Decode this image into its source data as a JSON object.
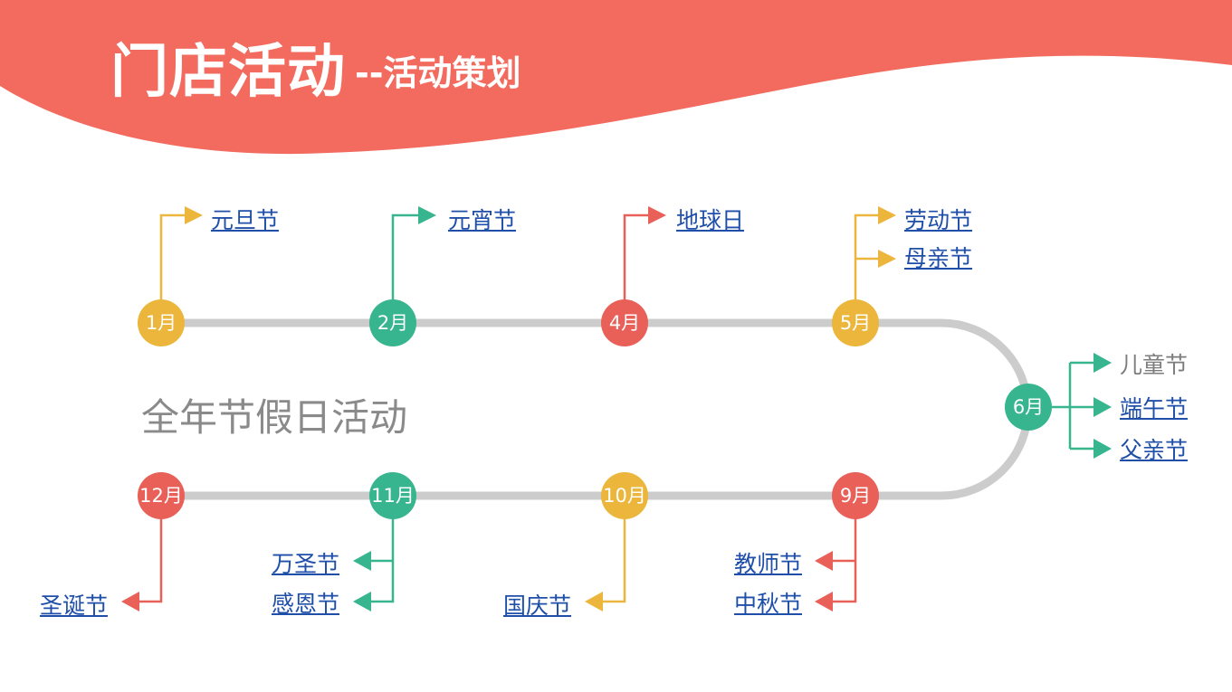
{
  "header": {
    "title": "门店活动",
    "subtitle": "--活动策划",
    "bg_color": "#f26b5e"
  },
  "timeline": {
    "title": "全年节假日活动",
    "line_color": "#cccccc",
    "months": {
      "m1": {
        "label": "1月",
        "color": "#ebb63b",
        "holidays": [
          "元旦节"
        ]
      },
      "m2": {
        "label": "2月",
        "color": "#36b58e",
        "holidays": [
          "元宵节"
        ]
      },
      "m4": {
        "label": "4月",
        "color": "#e86058",
        "holidays": [
          "地球日"
        ]
      },
      "m5": {
        "label": "5月",
        "color": "#ebb63b",
        "holidays": [
          "劳动节",
          "母亲节"
        ]
      },
      "m6": {
        "label": "6月",
        "color": "#36b58e",
        "holidays": [
          "儿童节",
          "端午节",
          "父亲节"
        ]
      },
      "m9": {
        "label": "9月",
        "color": "#e86058",
        "holidays": [
          "教师节",
          "中秋节"
        ]
      },
      "m10": {
        "label": "10月",
        "color": "#ebb63b",
        "holidays": [
          "国庆节"
        ]
      },
      "m11": {
        "label": "11月",
        "color": "#36b58e",
        "holidays": [
          "万圣节",
          "感恩节"
        ]
      },
      "m12": {
        "label": "12月",
        "color": "#e86058",
        "holidays": [
          "圣诞节"
        ]
      }
    }
  }
}
